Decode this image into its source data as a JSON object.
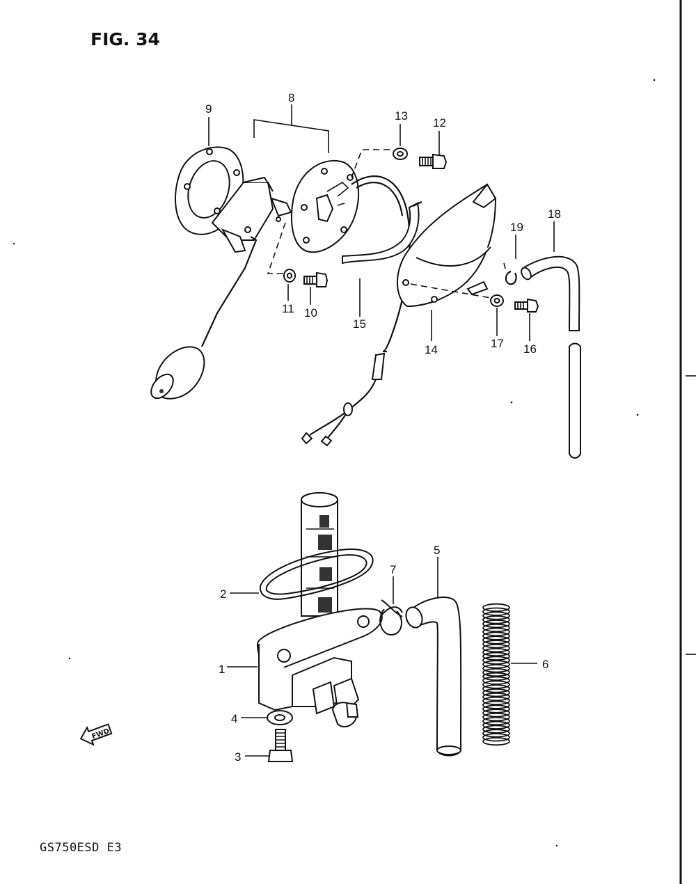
{
  "figure": {
    "title": "FIG. 34",
    "model_code": "GS750ESD  E3",
    "fwd_badge": "FWD"
  },
  "callouts": [
    "1",
    "2",
    "3",
    "4",
    "5",
    "6",
    "7",
    "8",
    "9",
    "10",
    "11",
    "12",
    "13",
    "14",
    "15",
    "16",
    "17",
    "18",
    "19"
  ],
  "icons": {
    "fwd_arrow": "fwd-arrow-icon"
  }
}
